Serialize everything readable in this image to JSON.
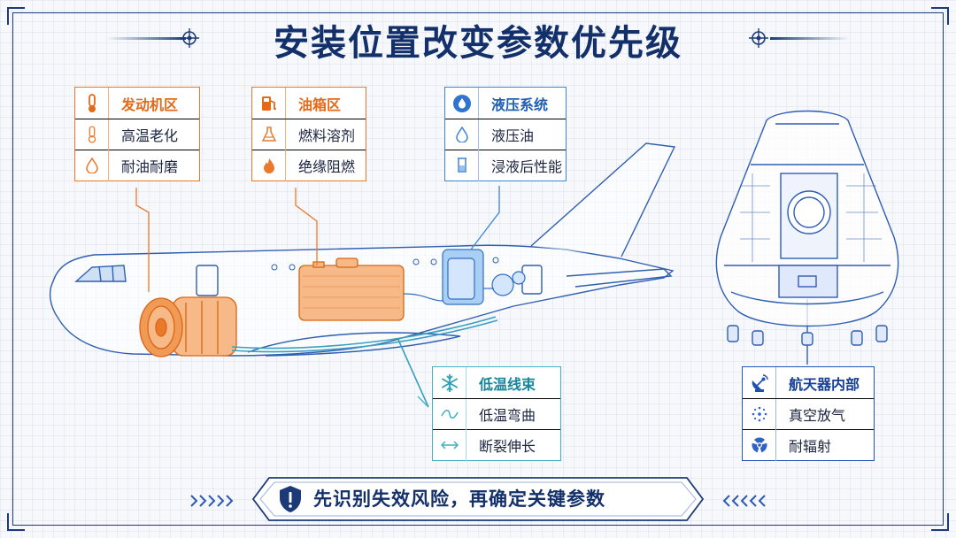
{
  "title": "安装位置改变参数优先级",
  "cards": {
    "engine": {
      "header": "发动机区",
      "header_icon": "thermometer-icon",
      "items": [
        {
          "label": "高温老化",
          "icon": "thermometer-icon"
        },
        {
          "label": "耐油耐磨",
          "icon": "drop-icon"
        }
      ]
    },
    "fuel": {
      "header": "油箱区",
      "header_icon": "fuel-pump-icon",
      "items": [
        {
          "label": "燃料溶剂",
          "icon": "flask-icon"
        },
        {
          "label": "绝缘阻燃",
          "icon": "flame-icon"
        }
      ]
    },
    "hydraulic": {
      "header": "液压系统",
      "header_icon": "drop-circle-icon",
      "items": [
        {
          "label": "液压油",
          "icon": "drop-icon"
        },
        {
          "label": "浸液后性能",
          "icon": "beaker-icon"
        }
      ]
    },
    "harness": {
      "header": "低温线束",
      "header_icon": "snowflake-icon",
      "items": [
        {
          "label": "低温弯曲",
          "icon": "wave-icon"
        },
        {
          "label": "断裂伸长",
          "icon": "stretch-arrow-icon"
        }
      ]
    },
    "spacecraft": {
      "header": "航天器内部",
      "header_icon": "satellite-dish-icon",
      "items": [
        {
          "label": "真空放气",
          "icon": "dots-circle-icon"
        },
        {
          "label": "耐辐射",
          "icon": "radiation-icon"
        }
      ]
    }
  },
  "banner": {
    "text": "先识别失效风险，再确定关键参数",
    "icon": "shield-exclamation-icon"
  },
  "colors": {
    "navy": "#13306b",
    "orange": "#e97a2c",
    "blue": "#3f86d8",
    "teal": "#3fb1c4",
    "line": "#2f5fb0"
  }
}
